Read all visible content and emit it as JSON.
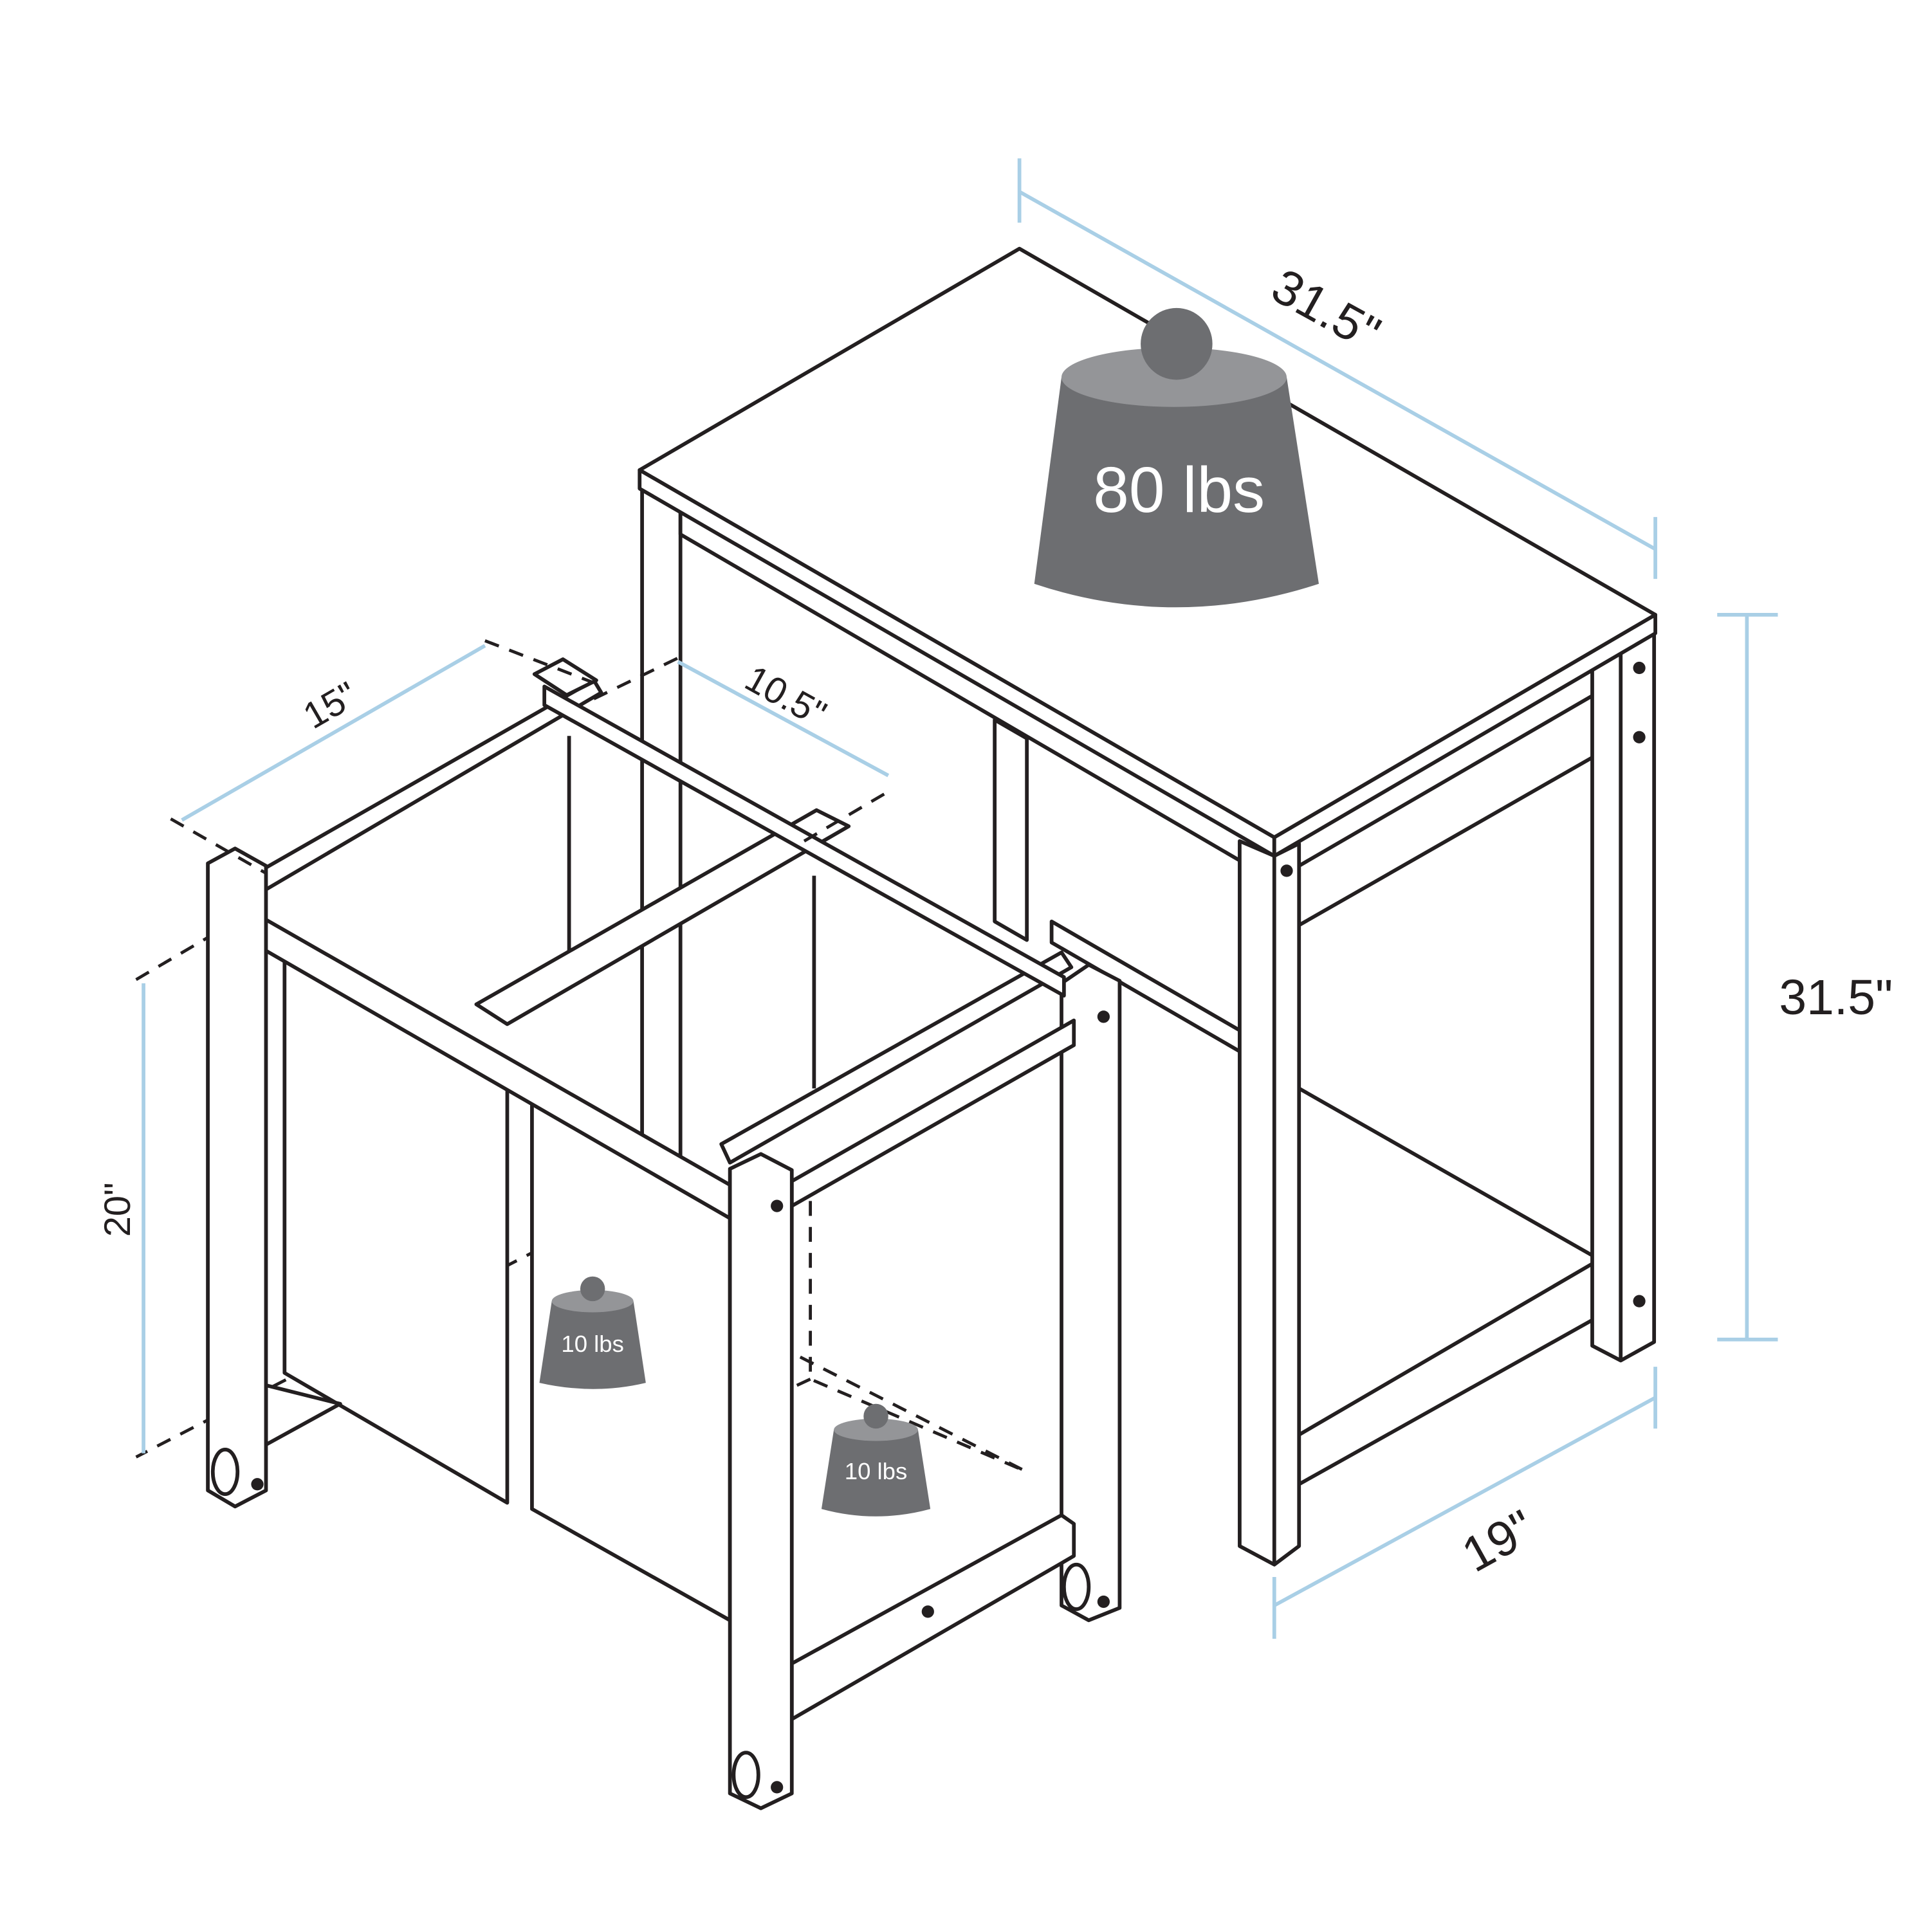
{
  "colors": {
    "dimension_line": "#a9cfe6",
    "weight_body": "#6d6e71",
    "weight_top": "#949598",
    "outline": "#231f20"
  },
  "table": {
    "width_label": "31.5\"",
    "height_label": "31.5\"",
    "depth_label": "19\"",
    "load_label": "80 lbs"
  },
  "hamper": {
    "width_label": "15\"",
    "bag_width_label": "10.5\"",
    "height_label": "20\"",
    "bag_loads": [
      "10 lbs",
      "10 lbs"
    ]
  }
}
